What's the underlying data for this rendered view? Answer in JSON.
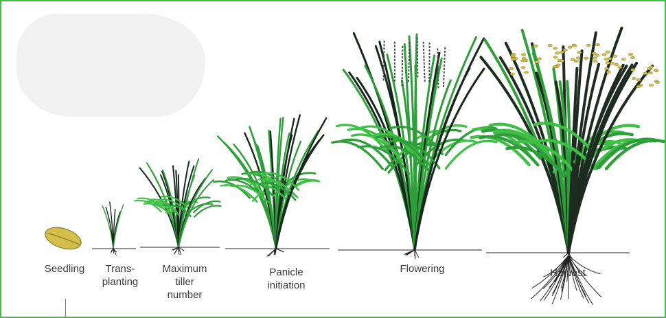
{
  "stages": [
    {
      "id": "seedling",
      "label": "Seedling"
    },
    {
      "id": "transplanting",
      "label": "Trans-\nplanting"
    },
    {
      "id": "max-tiller",
      "label": "Maximum\ntiller\nnumber"
    },
    {
      "id": "panicle",
      "label": "Panicle\ninitiation"
    },
    {
      "id": "flowering",
      "label": "Flowering"
    },
    {
      "id": "harvest",
      "label": "Harvest"
    }
  ],
  "colors": {
    "frame": "#3fbf45",
    "leaf_green": "#2e9e3a",
    "leaf_bright": "#3fbf45",
    "leaf_dark": "#16281b",
    "grain": "#d4bf4a",
    "ground": "#555555",
    "roots": "#222222"
  }
}
